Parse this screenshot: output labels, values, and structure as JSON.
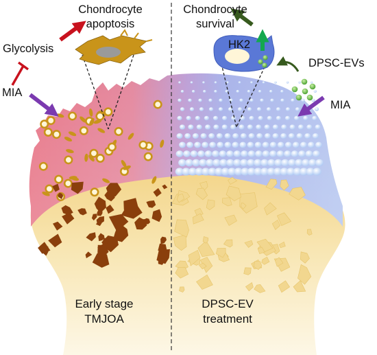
{
  "left_panel": {
    "top_label_line1": "Chondrocyte",
    "top_label_line2": "apoptosis",
    "glycolysis_label": "Glycolysis",
    "mia_label": "MIA",
    "bottom_label_line1": "Early stage",
    "bottom_label_line2": "TMJOA"
  },
  "right_panel": {
    "top_label_line1": "Chondrocyte",
    "top_label_line2": "survival",
    "hk2_label": "HK2",
    "dpsc_evs_label": "DPSC-EVs",
    "mia_label": "MIA",
    "bottom_label_line1": "DPSC-EV",
    "bottom_label_line2": "treatment"
  },
  "colors": {
    "damaged_cartilage": "#e8798a",
    "healthy_cartilage": "#a6b3ea",
    "bone_light": "#f5d98c",
    "bone_debris": "#8a3f0c",
    "bone_fragment_light": "#f2d78f",
    "chondrocyte_damaged": "#c9941a",
    "chondrocyte_healthy": "#5a78d6",
    "ev_green": "#5cb83a",
    "arrow_red": "#c8121e",
    "arrow_purple": "#7b3ab0",
    "arrow_dark_green": "#375a1e",
    "arrow_up_green": "#14a84e",
    "inhibit_red": "#c8121e"
  }
}
